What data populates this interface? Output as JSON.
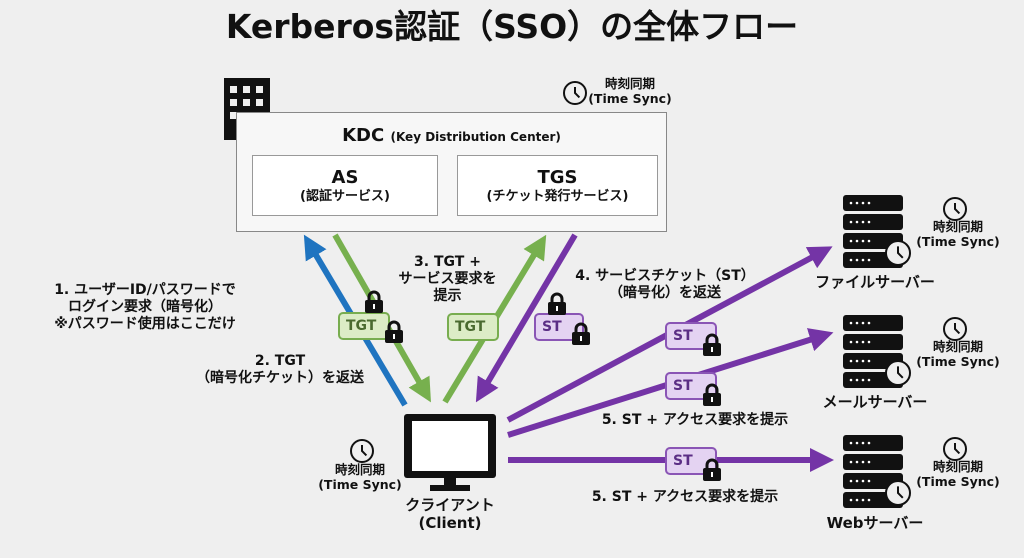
{
  "title": "Kerberos認証（SSO）の全体フロー",
  "kdc": {
    "label": "KDC",
    "sublabel": "(Key Distribution Center)",
    "as_title": "AS",
    "as_sub": "(認証サービス)",
    "tgs_title": "TGS",
    "tgs_sub": "(チケット発行サービス)"
  },
  "time_sync": {
    "jp": "時刻同期",
    "en": "(Time Sync)"
  },
  "steps": {
    "s1": [
      "1. ユーザーID/パスワードで",
      "ログイン要求（暗号化）",
      "※パスワード使用はここだけ"
    ],
    "s2": [
      "2. TGT",
      "（暗号化チケット）を返送"
    ],
    "s3": [
      "3. TGT +",
      "サービス要求を",
      "提示"
    ],
    "s4": [
      "4. サービスチケット（ST）",
      "（暗号化）を返送"
    ],
    "s5a": "5. ST + アクセス要求を提示",
    "s5b": "5. ST + アクセス要求を提示"
  },
  "tickets": {
    "tgt": "TGT",
    "st": "ST"
  },
  "client": {
    "jp": "クライアント",
    "en": "(Client)"
  },
  "servers": [
    "ファイルサーバー",
    "メールサーバー",
    "Webサーバー"
  ],
  "colors": {
    "blue": "#1f74c0",
    "green": "#77b04e",
    "purple": "#7434a6"
  }
}
